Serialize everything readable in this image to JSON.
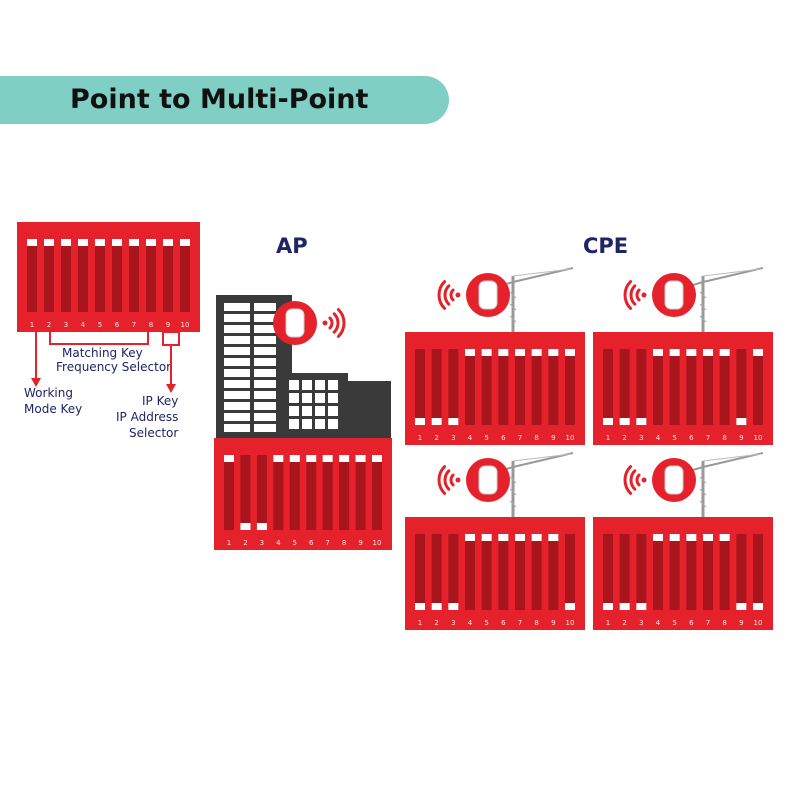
{
  "title": "Point to Multi-Point",
  "ap_label": "AP",
  "cpe_label": "CPE",
  "legend": {
    "matching_key": "Matching Key",
    "frequency_selector": "Frequency Selector",
    "working": "Working",
    "mode_key": "Mode Key",
    "ip_key": "IP Key",
    "ip_address": "IP Address",
    "selector": "Selector"
  },
  "switch_numbers": [
    "1",
    "2",
    "3",
    "4",
    "5",
    "6",
    "7",
    "8",
    "9",
    "10"
  ],
  "colors": {
    "red": "#e5222b",
    "dark_red": "#a8151c",
    "teal": "#80cfc4",
    "navy": "#1f2464",
    "building": "#3a3a3a"
  },
  "dip_switches": {
    "legend_switch": [
      "up",
      "up",
      "up",
      "up",
      "up",
      "up",
      "up",
      "up",
      "up",
      "up"
    ],
    "ap_switch": [
      "up",
      "down",
      "down",
      "up",
      "up",
      "up",
      "up",
      "up",
      "up",
      "up"
    ],
    "cpe_1": [
      "down",
      "down",
      "down",
      "up",
      "up",
      "up",
      "up",
      "up",
      "up",
      "up"
    ],
    "cpe_2": [
      "down",
      "down",
      "down",
      "up",
      "up",
      "up",
      "up",
      "up",
      "down",
      "up"
    ],
    "cpe_3": [
      "down",
      "down",
      "down",
      "up",
      "up",
      "up",
      "up",
      "up",
      "up",
      "down"
    ],
    "cpe_4": [
      "down",
      "down",
      "down",
      "up",
      "up",
      "up",
      "up",
      "up",
      "down",
      "down"
    ]
  }
}
